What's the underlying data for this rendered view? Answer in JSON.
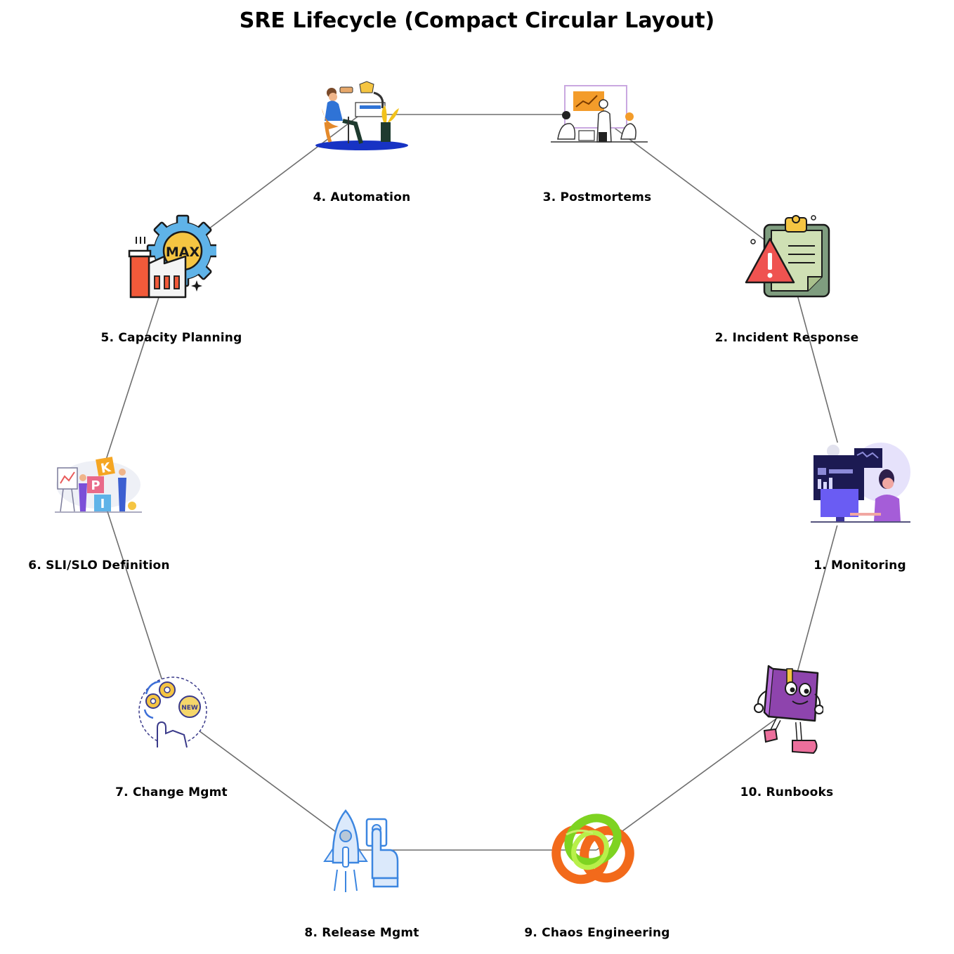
{
  "title": "SRE Lifecycle (Compact Circular Layout)",
  "steps": [
    {
      "label": "1. Monitoring",
      "icon": "monitoring-dashboard-person-icon"
    },
    {
      "label": "2. Incident Response",
      "icon": "clipboard-warning-icon"
    },
    {
      "label": "3. Postmortems",
      "icon": "team-meeting-presentation-icon"
    },
    {
      "label": "4. Automation",
      "icon": "automation-worker-icon"
    },
    {
      "label": "5. Capacity Planning",
      "icon": "max-gear-factory-icon"
    },
    {
      "label": "6. SLI/SLO Definition",
      "icon": "kpi-blocks-icon"
    },
    {
      "label": "7. Change Mgmt",
      "icon": "gear-change-hand-icon"
    },
    {
      "label": "8. Release Mgmt",
      "icon": "rocket-launch-button-icon"
    },
    {
      "label": "9. Chaos Engineering",
      "icon": "tangled-rings-icon"
    },
    {
      "label": "10. Runbooks",
      "icon": "running-book-icon"
    }
  ],
  "colors": {
    "connector": "#6e6e6e"
  }
}
